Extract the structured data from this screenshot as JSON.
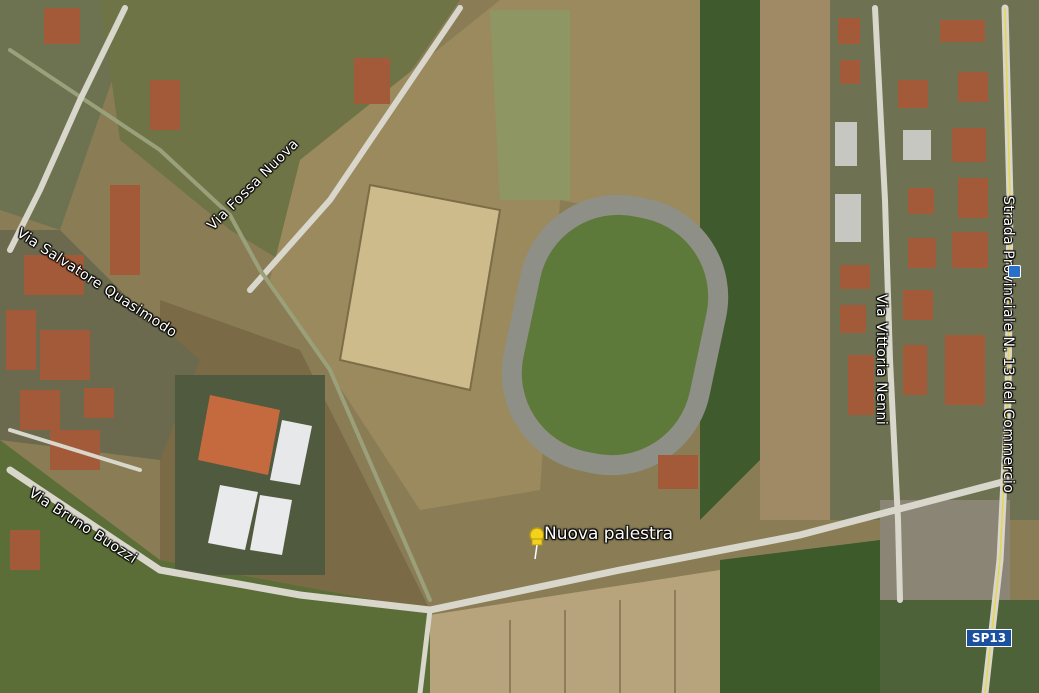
{
  "map": {
    "placemark": {
      "label": "Nuova palestra",
      "icon": "yellow-pushpin-icon",
      "color": "#f2d21b"
    },
    "roads": {
      "fossa_nuova": "Via Fossa Nuova",
      "quasimodo": "Via Salvatore Quasimodo",
      "buozzi": "Via Bruno Buozzi",
      "nenni": "Via Vittoria Nenni",
      "provinciale": "Strada Provinciale N. 13 del Commercio"
    },
    "shield": {
      "label": "SP13",
      "color": "#1b4fa0"
    },
    "poi": {
      "icon": "blue-poi-square-icon",
      "color": "#2a6fc9"
    }
  }
}
